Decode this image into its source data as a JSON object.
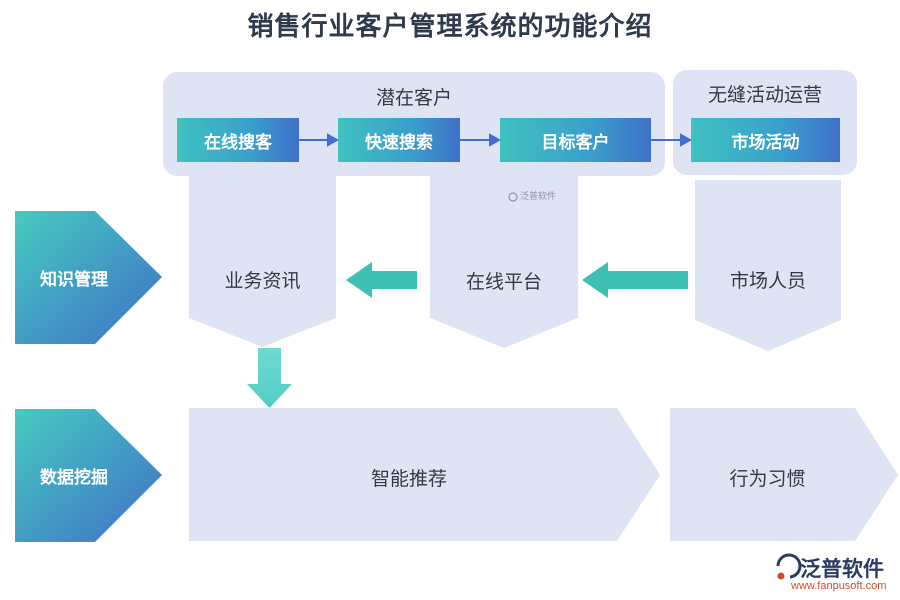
{
  "title": "销售行业客户管理系统的功能介绍",
  "groups": {
    "potential": {
      "label": "潜在客户",
      "items": [
        "在线搜客",
        "快速搜索",
        "目标客户"
      ]
    },
    "operation": {
      "label": "无缝活动运营",
      "items": [
        "市场活动"
      ]
    }
  },
  "rows": {
    "knowledge": {
      "label": "知识管理",
      "nodes": [
        "业务资讯",
        "在线平台",
        "市场人员"
      ]
    },
    "mining": {
      "label": "数据挖掘",
      "nodes": [
        "智能推荐",
        "行为习惯"
      ]
    }
  },
  "watermark": {
    "small": "泛普软件",
    "brand_name": "泛普软件",
    "brand_url": "www.fanpusoft.com"
  },
  "colors": {
    "panel": "#dfe4f4",
    "teal": "#3fc2c0",
    "blue": "#3f70c9",
    "arrow_teal": "#3dbfb4",
    "arrow_blue": "#3f6fd0"
  },
  "icons": [
    "arrow-right-icon",
    "arrow-left-icon",
    "arrow-down-icon",
    "brand-logo-icon"
  ]
}
